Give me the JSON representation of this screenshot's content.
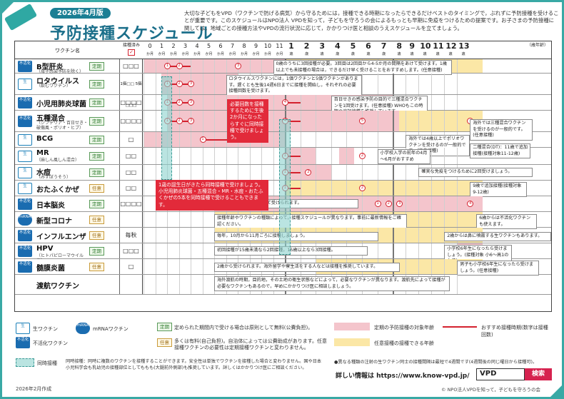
{
  "header": {
    "edition": "2026年4月版",
    "title": "予防接種スケジュール",
    "intro": "大切な子どもをVPD（ワクチンで防げる病気）から守るためには，接種できる時期になったらできるだけベストのタイミングで，ぶれずに予防接種を受けることが重要です。このスケジュールはNPO法人 VPDを知って，子どもを守ろうの会によるもっとも早期に免疫をつけるための提案です。お子さまの予防接種に関しては，地域ごとの接種方法やVPDの流行状況に応じて，かかりつけ医と相談のうえスケジュールを立てましょう。"
  },
  "table": {
    "col_vaccine": "ワクチン名",
    "col_done": "接種済み",
    "age_label": "（歳年齢）",
    "months": [
      "0",
      "1",
      "2",
      "3",
      "4",
      "5",
      "6",
      "7",
      "8",
      "9",
      "10",
      "11"
    ],
    "years": [
      "1",
      "2",
      "3",
      "4",
      "5",
      "6",
      "7"
    ],
    "high_years": [
      "8",
      "9",
      "10",
      "11",
      "12",
      "13"
    ],
    "unit_month": "か月",
    "unit_year": "歳",
    "rows": [
      {
        "badge": "不活化ワクチン",
        "name": "B型肝炎",
        "sub": "（母子感染予防を除く）",
        "kind": "定期",
        "doses": "□□□"
      },
      {
        "badge": "生ワクチン",
        "name": "ロタウイルス",
        "sub": "（飲むワクチン）",
        "kind": "定期",
        "doses": "1価□□  5価□□□"
      },
      {
        "badge": "不活化ワクチン",
        "name": "小児用肺炎球菌",
        "sub": "",
        "kind": "定期",
        "doses": "□□□□"
      },
      {
        "badge": "不活化ワクチン",
        "name": "五種混合",
        "sub": "（ジフテリア・百日せき・破傷風・ポリオ・ヒブ）",
        "kind": "定期",
        "doses": "□□□□"
      },
      {
        "badge": "生ワクチン",
        "name": "BCG",
        "sub": "",
        "kind": "定期",
        "doses": "□"
      },
      {
        "badge": "生ワクチン",
        "name": "MR",
        "sub": "（麻しん風しん混合）",
        "kind": "定期",
        "doses": "□□"
      },
      {
        "badge": "生ワクチン",
        "name": "水痘",
        "sub": "（みずぼうそう）",
        "kind": "定期",
        "doses": "□□"
      },
      {
        "badge": "生ワクチン",
        "name": "おたふくかぜ",
        "sub": "",
        "kind": "任意",
        "doses": "□□"
      },
      {
        "badge": "不活化ワクチン",
        "name": "日本脳炎",
        "sub": "",
        "kind": "定期",
        "doses": "□□□□"
      },
      {
        "badge": "mRNAワクチン",
        "name": "新型コロナ",
        "sub": "",
        "kind": "任意",
        "doses": ""
      },
      {
        "badge": "不活化ワクチン",
        "name": "インフルエンザ",
        "sub": "",
        "kind": "任意",
        "doses": "毎秋"
      },
      {
        "badge": "不活化ワクチン",
        "name": "HPV",
        "sub": "（ヒトパピローマウイルス）",
        "kind": "定期",
        "doses": "□□□"
      },
      {
        "badge": "不活化ワクチン",
        "name": "髄膜炎菌",
        "sub": "",
        "kind": "任意",
        "doses": "□"
      },
      {
        "badge": "",
        "name": "渡航ワクチン",
        "sub": "",
        "kind": "",
        "doses": ""
      }
    ]
  },
  "notes": {
    "hepb": "0歳のうちに3回接種が必要。3回目は2回目から4-5か月の間隔をあけて受けます。1歳以上でも未接種の場合は，できるだけ早く受けることをおすすめします。(任意接種)",
    "rota": "ロタウイルスワクチンには，1価ワクチンと5価ワクチンがあります。遅くとも生後14週6日までに接種を開始し，それぞれの必要接種回数を受けます。",
    "pcv": "百日せきの感染予防の目的で三種混合ワクチンを1回受けます。(任意接種) WHOもこの時期の追加接種を推奨しています。",
    "dtp5": "海外では三種混合ワクチンを受けるのが一般的です。(任意接種)",
    "polio": "海外では4歳以上でポリオワクチンを受けるのが一般的です。(任意接種)",
    "dt": "二種混合(DT)：11歳で追加接種(接種対象11-12歳)",
    "mr": "小学校入学の前年の4月～6月がおすすめ",
    "mumps": "確実な免疫をつけるために2回受けましょう。",
    "je9": "9歳で追加接種(接種対象9-12歳)",
    "je": "生後6か月から定期接種として受けられます。",
    "covid": "接種年齢やワクチンの種類によって，接種スケジュールが異なります。事前に最新情報をご確認ください。",
    "covid6": "6歳からは不活化ワクチンも使えます。",
    "flu": "毎年，10月から11月ごろに接種しましょう。",
    "flu2": "2歳からは鼻に噴霧する生ワクチンもあります。",
    "hpv": "初回接種が15歳未満なら2回接種，15歳以上なら3回接種。",
    "hpv6": "小学校6年生になったら受けましょう。(接種対象 小6～高1の女子)",
    "mening": "2歳から受けられます。海外留学や寮生活をする人などは接種を推奨しています。",
    "mening6": "男子も小学校6年生になったら受けましょう。(任意接種)",
    "travel": "海外渡航の時期，目的地，その土地の衛生状態などによって，必要なワクチンが異なります。渡航先によって接種が必要なワクチンもあるので，早めにかかりつけ医に相談しましょう。",
    "callout1": "必要回数を接種するために生後2か月になったらすぐに同時接種で受けましょう。",
    "callout2": "1歳の誕生日がきたら同時接種で受けましょう。小児用肺炎球菌・五種混合・MR・水痘・おたふくかぜの5本を同時接種で受けることもできます。"
  },
  "legend": {
    "live": "生ワクチン",
    "mrna": "mRNAワクチン",
    "inactivated": "不活化ワクチン",
    "teiki": "定められた期間内で受ける場合は原則として無料(公費負担)。",
    "ninni": "多くは有料(自己負担)。自治体によっては公費助成があります。任意接種ワクチンの必要性は定期接種ワクチンと変わりません。",
    "pink_lbl": "定期の予防接種の対象年齢",
    "yellow_lbl": "任意接種の接種できる年齢",
    "arrow_lbl": "おすすめ接種時期(数字は接種回数)",
    "simul": "同時接種：同時に複数のワクチンを接種することができます。安全性は単独でワクチンを接種した場合と変わりません。国や日本小児科学会も乳幼児の接種部位としてももも(大腿前外側部)も推奨しています。詳しくはかかりつけ医にご相談ください。",
    "simul_lbl": "同時接種",
    "teiki_lbl": "定期",
    "ninni_lbl": "任意",
    "note_diff": "●異なる種類の注射の生ワクチン同士の接種間隔は最短で4週間です(4週間後の同じ曜日から接種可)。",
    "more": "詳しい情報は https://www.know-vpd.jp/",
    "search_value": "VPD",
    "search_btn": "検索",
    "date": "2026年2月作成",
    "copyright": "© NPO法人VPDを知って，子どもを守ろうの会"
  },
  "colors": {
    "teal": "#39a9a5",
    "pink": "#f4c5cc",
    "yellow": "#fbe7a6",
    "red": "#d4212e"
  }
}
